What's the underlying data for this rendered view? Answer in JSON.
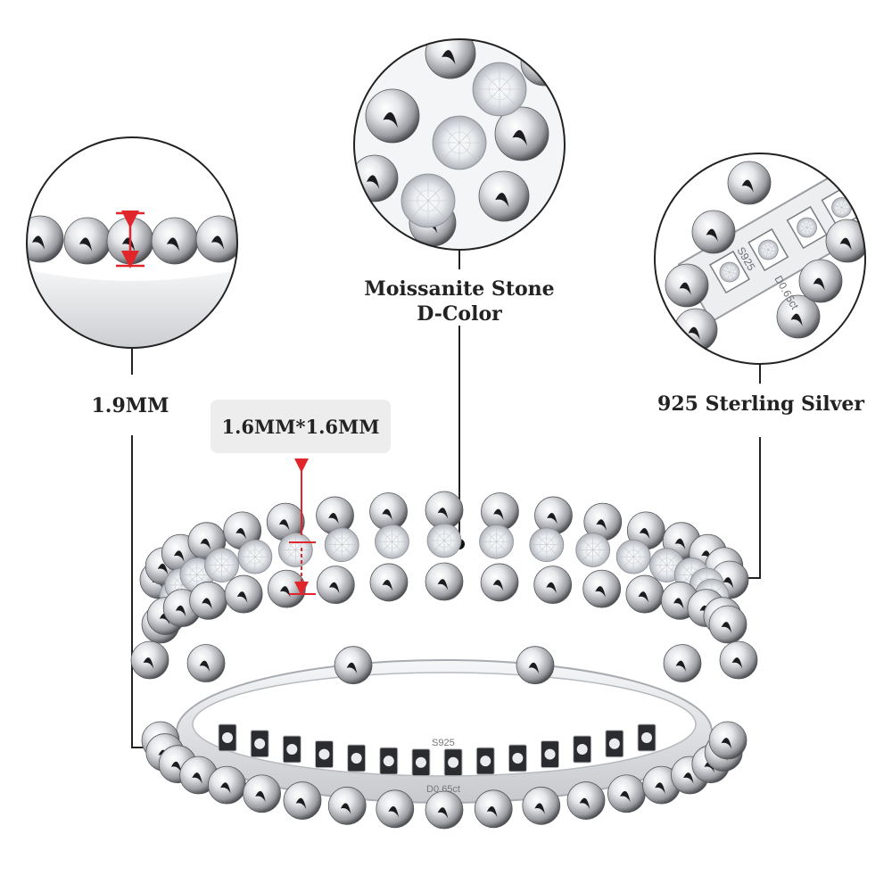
{
  "callouts": {
    "band_thickness": "1.9MM",
    "stone_size": "1.6MM*1.6MM",
    "stone_type_line1": "Moissanite Stone",
    "stone_type_line2": "D-Color",
    "metal": "925 Sterling Silver"
  },
  "engravings": {
    "stamp": "S925",
    "carat": "D0.65ct"
  },
  "colors": {
    "background": "#ffffff",
    "silver": "#c9cbcf",
    "leader_line": "#222222",
    "measure_arrow": "#e0262b",
    "badge": "#ededed"
  }
}
